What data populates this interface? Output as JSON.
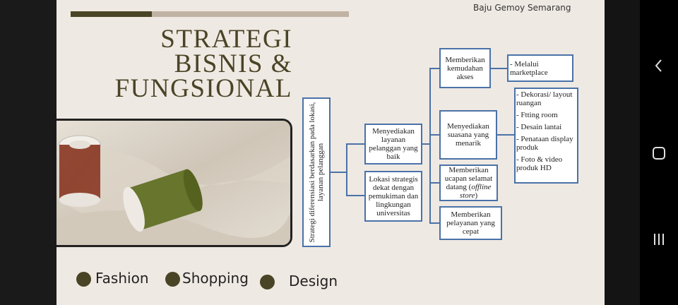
{
  "brand": "Baju Gemoy Semarang",
  "title": {
    "line1": "STRATEGI",
    "line2": "BISNIS &",
    "line3": "FUNGSIONAL"
  },
  "bullets": [
    "Fashion",
    "Shopping",
    "Design"
  ],
  "diagram": {
    "root": "Strategi diferensiasi berdasarkan pada lokasi, layanan pelanggan",
    "mid1": "Menyediakan layanan pelanggan yang baik",
    "mid2": "Lokasi strategis dekat dengan pemukiman dan lingkungan universitas",
    "r1": "Memberikan kemudahan akses",
    "r2": "Menyediakan suasana yang menarik",
    "r3_pre": "Memberikan ucapan selamat datang (",
    "r3_em": "offline store",
    "r3_post": ")",
    "r4": "Memberikan pelayanan yang cepat",
    "marketplace": "- Melalui marketplace",
    "list": [
      "- Dekorasi/ layout ruangan",
      "- Ftting room",
      "- Desain lantai",
      "- Penataan display produk",
      "- Foto & video produk HD"
    ]
  },
  "nav": {
    "back": "‹",
    "home": "○",
    "recents": "|||"
  },
  "colors": {
    "accent": "#4a4427",
    "box_border": "#4a72a8",
    "background": "#efe9e3"
  }
}
